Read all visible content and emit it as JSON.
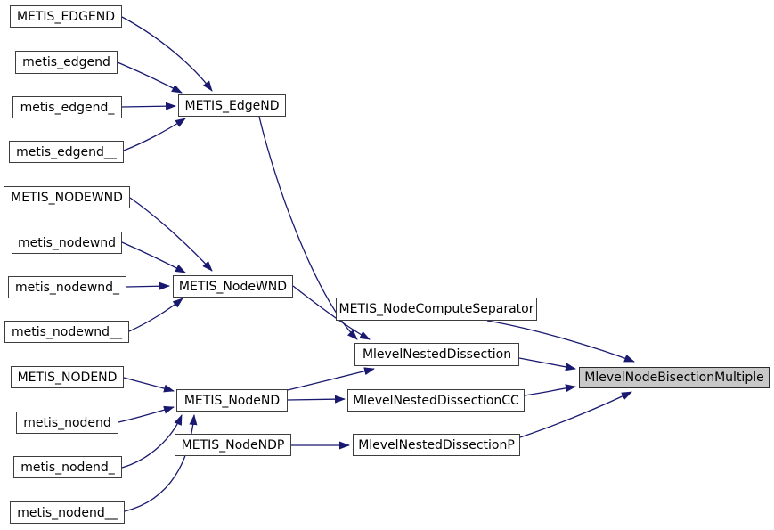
{
  "diagram": {
    "kind": "caller-graph",
    "edge_color": "#191970",
    "node_border_color": "#3d3d3d",
    "node_fill": "#ffffff",
    "highlight_fill": "#c8c8c8",
    "nodes": [
      {
        "label": "METIS_EDGEND",
        "highlighted": false
      },
      {
        "label": "metis_edgend",
        "highlighted": false
      },
      {
        "label": "metis_edgend_",
        "highlighted": false
      },
      {
        "label": "metis_edgend__",
        "highlighted": false
      },
      {
        "label": "METIS_EdgeND",
        "highlighted": false
      },
      {
        "label": "METIS_NODEWND",
        "highlighted": false
      },
      {
        "label": "metis_nodewnd",
        "highlighted": false
      },
      {
        "label": "metis_nodewnd_",
        "highlighted": false
      },
      {
        "label": "metis_nodewnd__",
        "highlighted": false
      },
      {
        "label": "METIS_NodeWND",
        "highlighted": false
      },
      {
        "label": "METIS_NODEND",
        "highlighted": false
      },
      {
        "label": "metis_nodend",
        "highlighted": false
      },
      {
        "label": "metis_nodend_",
        "highlighted": false
      },
      {
        "label": "metis_nodend__",
        "highlighted": false
      },
      {
        "label": "METIS_NodeND",
        "highlighted": false
      },
      {
        "label": "METIS_NodeNDP",
        "highlighted": false
      },
      {
        "label": "METIS_NodeComputeSeparator",
        "highlighted": false
      },
      {
        "label": "MlevelNestedDissection",
        "highlighted": false
      },
      {
        "label": "MlevelNestedDissectionCC",
        "highlighted": false
      },
      {
        "label": "MlevelNestedDissectionP",
        "highlighted": false
      },
      {
        "label": "MlevelNodeBisectionMultiple",
        "highlighted": true
      }
    ],
    "edges": [
      {
        "from": "METIS_EDGEND",
        "to": "METIS_EdgeND"
      },
      {
        "from": "metis_edgend",
        "to": "METIS_EdgeND"
      },
      {
        "from": "metis_edgend_",
        "to": "METIS_EdgeND"
      },
      {
        "from": "metis_edgend__",
        "to": "METIS_EdgeND"
      },
      {
        "from": "METIS_NODEWND",
        "to": "METIS_NodeWND"
      },
      {
        "from": "metis_nodewnd",
        "to": "METIS_NodeWND"
      },
      {
        "from": "metis_nodewnd_",
        "to": "METIS_NodeWND"
      },
      {
        "from": "metis_nodewnd__",
        "to": "METIS_NodeWND"
      },
      {
        "from": "METIS_NODEND",
        "to": "METIS_NodeND"
      },
      {
        "from": "metis_nodend",
        "to": "METIS_NodeND"
      },
      {
        "from": "metis_nodend_",
        "to": "METIS_NodeND"
      },
      {
        "from": "metis_nodend__",
        "to": "METIS_NodeND"
      },
      {
        "from": "METIS_EdgeND",
        "to": "MlevelNestedDissection"
      },
      {
        "from": "METIS_NodeWND",
        "to": "MlevelNestedDissection"
      },
      {
        "from": "METIS_NodeND",
        "to": "MlevelNestedDissection"
      },
      {
        "from": "METIS_NodeND",
        "to": "MlevelNestedDissectionCC"
      },
      {
        "from": "METIS_NodeNDP",
        "to": "MlevelNestedDissectionP"
      },
      {
        "from": "METIS_NodeComputeSeparator",
        "to": "MlevelNodeBisectionMultiple"
      },
      {
        "from": "MlevelNestedDissection",
        "to": "MlevelNodeBisectionMultiple"
      },
      {
        "from": "MlevelNestedDissectionCC",
        "to": "MlevelNodeBisectionMultiple"
      },
      {
        "from": "MlevelNestedDissectionP",
        "to": "MlevelNodeBisectionMultiple"
      }
    ]
  }
}
